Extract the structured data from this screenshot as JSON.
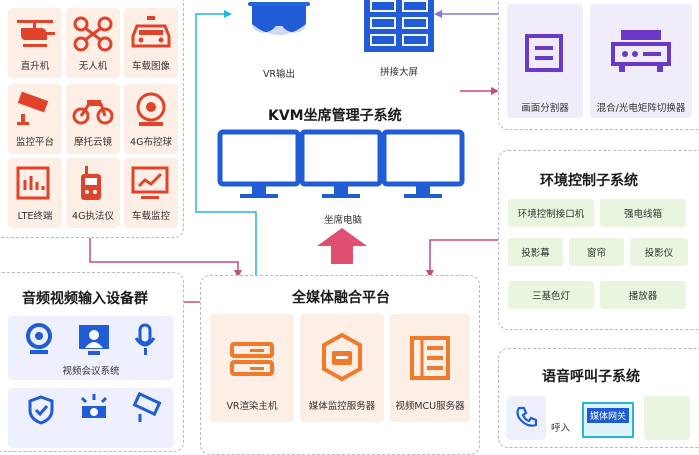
{
  "colors": {
    "orange": "#f07a2a",
    "blue": "#1f5cd6",
    "purple": "#6a39c8",
    "green_tile": "#e9f5df",
    "orange_tile": "#fdeee6",
    "blue_tile": "#eef0ff",
    "lilac_tile": "#f1ecfa",
    "arrow_pink": "#e04f72",
    "line_cyan": "#27b6d6",
    "line_purple": "#8b73d9"
  },
  "terminals": {
    "items": [
      {
        "label": "直升机",
        "icon": "helicopter-icon"
      },
      {
        "label": "无人机",
        "icon": "drone-icon"
      },
      {
        "label": "车载图像",
        "icon": "police-car-icon"
      },
      {
        "label": "监控平台",
        "icon": "cctv-camera-icon"
      },
      {
        "label": "摩托云镜",
        "icon": "motorcycle-icon"
      },
      {
        "label": "4G布控球",
        "icon": "dome-camera-icon"
      },
      {
        "label": "LTE终端",
        "icon": "lte-terminal-icon"
      },
      {
        "label": "4G执法仪",
        "icon": "walkie-talkie-icon"
      },
      {
        "label": "车载监控",
        "icon": "monitor-chart-icon"
      }
    ]
  },
  "top_outputs": {
    "vr": "VR输出",
    "wall": "拼接大屏"
  },
  "kvm": {
    "title": "KVM坐席管理子系统",
    "label": "坐席电脑"
  },
  "splitter": {
    "items": [
      {
        "label": "画面分割器",
        "icon": "splitter-icon"
      },
      {
        "label": "混合/光电矩阵切换器",
        "icon": "matrix-switch-icon"
      }
    ]
  },
  "env": {
    "title": "环境控制子系统",
    "rows": [
      [
        "环境控制接口机",
        "强电线箱"
      ],
      [
        "投影幕",
        "窗帘",
        "投影仪"
      ],
      [
        "三基色灯",
        "播放器"
      ]
    ]
  },
  "av_input": {
    "title": "音频视频输入设备群",
    "caption": "视频会议系统",
    "icons": [
      "webcam-icon",
      "video-conference-icon",
      "microphone-icon",
      "shield-icon",
      "alarm-light-icon",
      "camera-icon"
    ]
  },
  "platform": {
    "title": "全媒体融合平台",
    "items": [
      {
        "label": "VR渲染主机",
        "icon": "render-host-icon"
      },
      {
        "label": "媒体监控服务器",
        "icon": "media-monitor-icon"
      },
      {
        "label": "视频MCU服务器",
        "icon": "video-mcu-icon"
      }
    ]
  },
  "voice": {
    "title": "语音呼叫子系统",
    "call_in": "呼入",
    "gateway": "媒体网关"
  }
}
